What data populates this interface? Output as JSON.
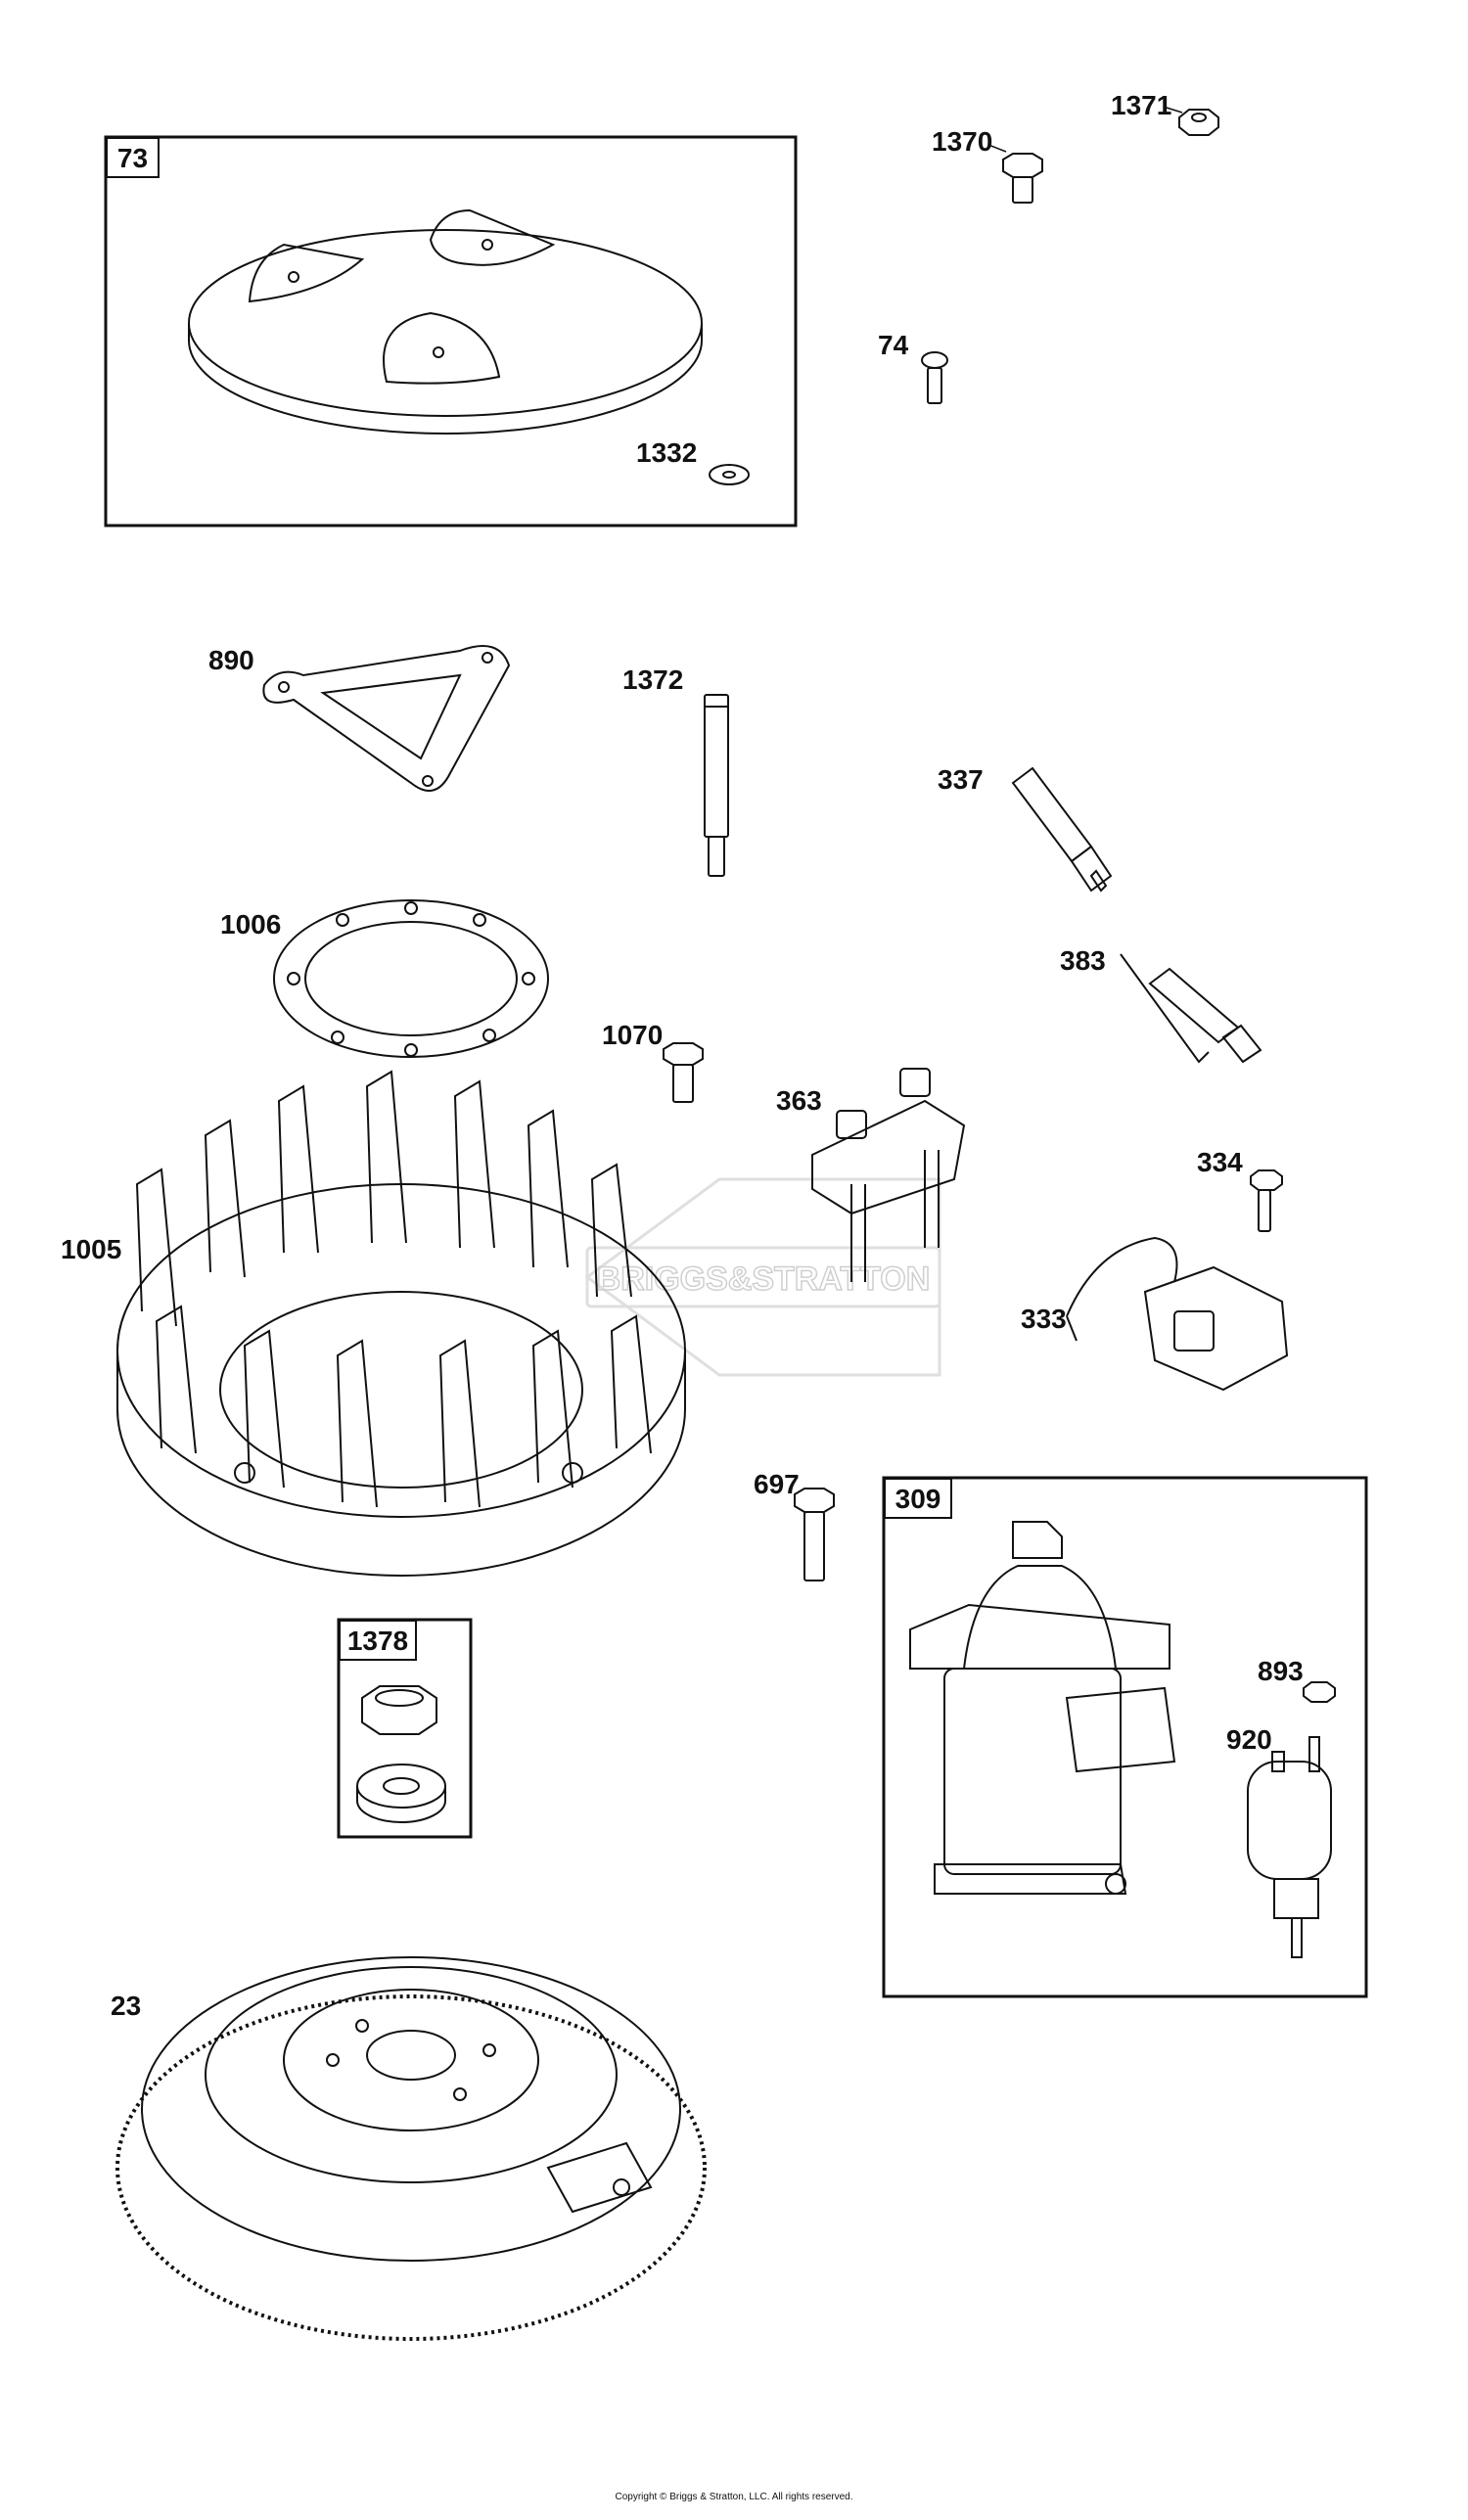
{
  "parts": [
    {
      "id": "73",
      "boxed": true
    },
    {
      "id": "1332"
    },
    {
      "id": "1370"
    },
    {
      "id": "1371"
    },
    {
      "id": "74"
    },
    {
      "id": "890"
    },
    {
      "id": "1372"
    },
    {
      "id": "337"
    },
    {
      "id": "1006"
    },
    {
      "id": "383"
    },
    {
      "id": "1070"
    },
    {
      "id": "363"
    },
    {
      "id": "334"
    },
    {
      "id": "1005"
    },
    {
      "id": "333"
    },
    {
      "id": "697"
    },
    {
      "id": "309",
      "boxed": true
    },
    {
      "id": "893"
    },
    {
      "id": "920"
    },
    {
      "id": "1378",
      "boxed": true
    },
    {
      "id": "23"
    }
  ],
  "watermark": "BRIGGS&STRATTON",
  "copyright": "Copyright © Briggs & Stratton, LLC. All rights reserved."
}
